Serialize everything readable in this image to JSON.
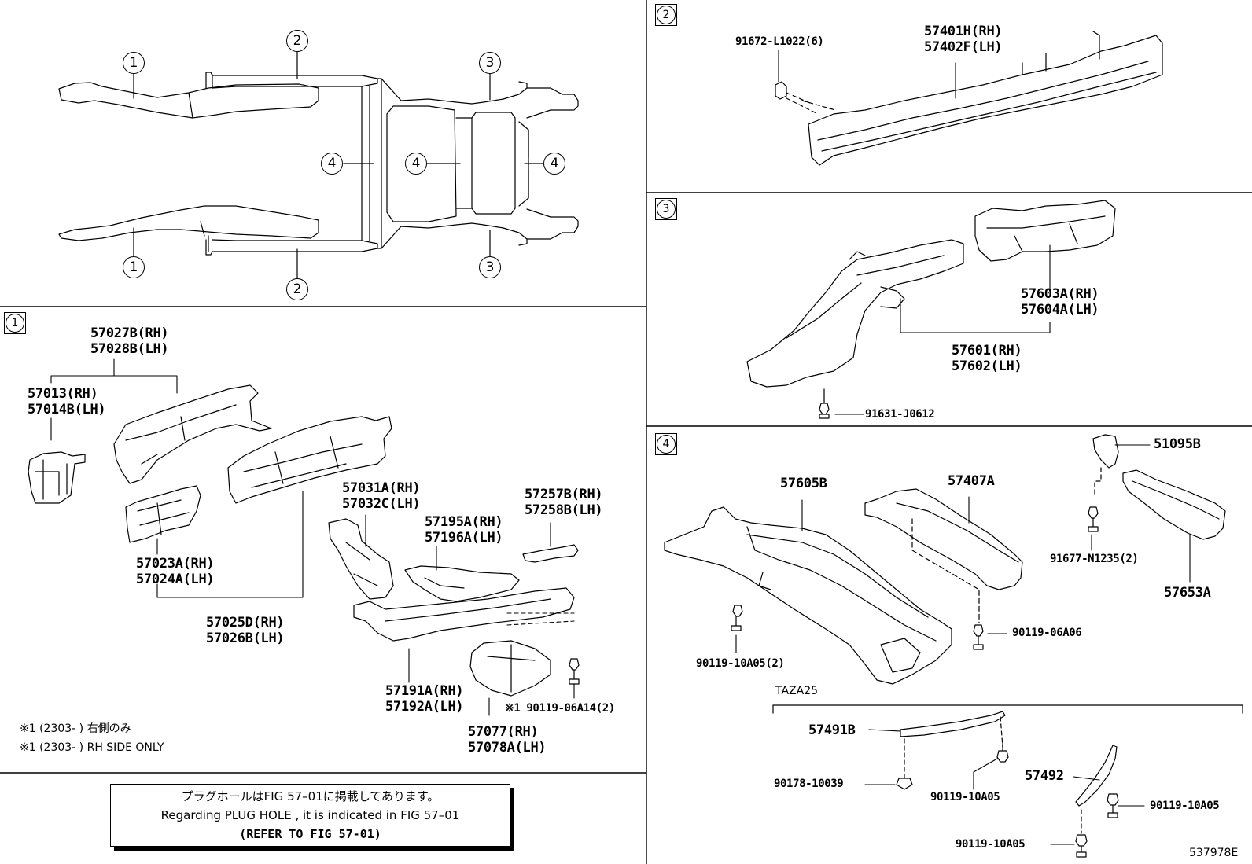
{
  "section_markers": {
    "s1": "1",
    "s2": "2",
    "s3": "3",
    "s4": "4"
  },
  "overview_callouts": {
    "top_left": "1",
    "top_mid": "2",
    "top_right": "3",
    "mid_a": "4",
    "mid_b": "4",
    "mid_c": "4",
    "bot_left": "1",
    "bot_mid": "2",
    "bot_right": "3"
  },
  "section1": {
    "p57027": [
      "57027B(RH)",
      "57028B(LH)"
    ],
    "p57013": [
      "57013(RH)",
      "57014B(LH)"
    ],
    "p57023": [
      "57023A(RH)",
      "57024A(LH)"
    ],
    "p57025": [
      "57025D(RH)",
      "57026B(LH)"
    ],
    "p57031": [
      "57031A(RH)",
      "57032C(LH)"
    ],
    "p57195": [
      "57195A(RH)",
      "57196A(LH)"
    ],
    "p57257": [
      "57257B(RH)",
      "57258B(LH)"
    ],
    "p57191": [
      "57191A(RH)",
      "57192A(LH)"
    ],
    "p57077": [
      "57077(RH)",
      "57078A(LH)"
    ],
    "bolt": "※1 90119-06A14(2)",
    "note_jp": "※1 (2303-      ) 右側のみ",
    "note_en": "※1 (2303-      ) RH SIDE ONLY"
  },
  "plug_note": {
    "line1": "プラグホールはFIG 57–01に掲載してあります。",
    "line2": "Regarding PLUG HOLE , it is indicated in FIG 57–01",
    "line3": "(REFER TO FIG 57-01)"
  },
  "section2": {
    "p57401": [
      "57401H(RH)",
      "57402F(LH)"
    ],
    "clip": "91672-L1022(6)"
  },
  "section3": {
    "p57603": [
      "57603A(RH)",
      "57604A(LH)"
    ],
    "p57601": [
      "57601(RH)",
      "57602(LH)"
    ],
    "bolt": "91631-J0612"
  },
  "section4": {
    "p57605": "57605B",
    "p57407": "57407A",
    "p51095": "51095B",
    "p57653": "57653A",
    "b91677": "91677-N1235(2)",
    "b10a05_2": "90119-10A05(2)",
    "b06a06": "90119-06A06",
    "variant": "TAZA25",
    "p57491": "57491B",
    "p57492": "57492",
    "b10039": "90178-10039",
    "b10a05_a": "90119-10A05",
    "b10a05_b": "90119-10A05",
    "b10a05_c": "90119-10A05"
  },
  "illustration_id": "537978E"
}
